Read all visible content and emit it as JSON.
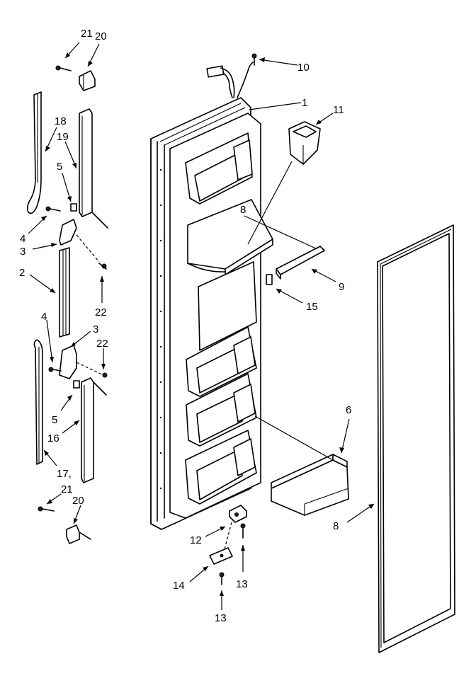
{
  "callouts": [
    {
      "id": "c1",
      "text": "1"
    },
    {
      "id": "c2",
      "text": "2"
    },
    {
      "id": "c3a",
      "text": "3"
    },
    {
      "id": "c3b",
      "text": "3"
    },
    {
      "id": "c4a",
      "text": "4"
    },
    {
      "id": "c4b",
      "text": "4"
    },
    {
      "id": "c5a",
      "text": "5"
    },
    {
      "id": "c5b",
      "text": "5"
    },
    {
      "id": "c6",
      "text": "6"
    },
    {
      "id": "c8a",
      "text": "8"
    },
    {
      "id": "c8b",
      "text": "8"
    },
    {
      "id": "c9",
      "text": "9"
    },
    {
      "id": "c10",
      "text": "10"
    },
    {
      "id": "c11",
      "text": "11"
    },
    {
      "id": "c12",
      "text": "12"
    },
    {
      "id": "c13a",
      "text": "13"
    },
    {
      "id": "c13b",
      "text": "13"
    },
    {
      "id": "c14",
      "text": "14"
    },
    {
      "id": "c15",
      "text": "15"
    },
    {
      "id": "c16",
      "text": "16"
    },
    {
      "id": "c17",
      "text": "17,"
    },
    {
      "id": "c18",
      "text": "18"
    },
    {
      "id": "c19",
      "text": "19"
    },
    {
      "id": "c20a",
      "text": "20"
    },
    {
      "id": "c20b",
      "text": "20"
    },
    {
      "id": "c21a",
      "text": "21"
    },
    {
      "id": "c21b",
      "text": "21"
    },
    {
      "id": "c22a",
      "text": "22"
    },
    {
      "id": "c22b",
      "text": "22"
    }
  ]
}
